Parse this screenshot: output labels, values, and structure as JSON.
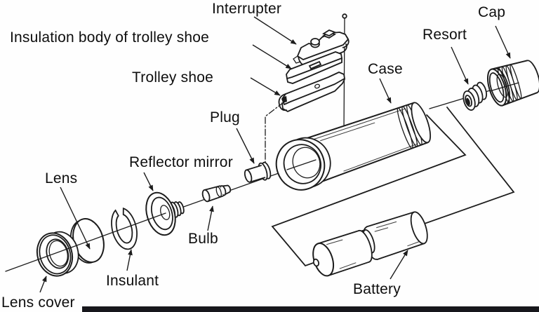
{
  "diagram": {
    "labels": {
      "interrupter": "Interrupter",
      "insulation_body": "Insulation body of trolley shoe",
      "trolley_shoe": "Trolley shoe",
      "plug": "Plug",
      "case": "Case",
      "resort": "Resort",
      "cap": "Cap",
      "reflector_mirror": "Reflector mirror",
      "lens": "Lens",
      "bulb": "Bulb",
      "insulant": "Insulant",
      "lens_cover": "Lens cover",
      "battery": "Battery"
    },
    "colors": {
      "line": "#1c1c1c",
      "label": "#0e0e0e",
      "paper": "#fefefe",
      "bar": "#17171c"
    }
  }
}
